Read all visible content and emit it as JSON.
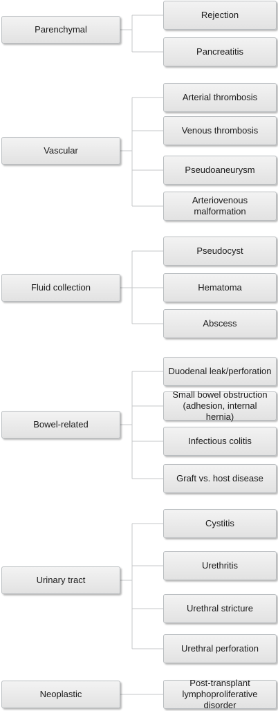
{
  "groups": [
    {
      "category": "Parenchymal",
      "items": [
        "Rejection",
        "Pancreatitis"
      ]
    },
    {
      "category": "Vascular",
      "items": [
        "Arterial thrombosis",
        "Venous thrombosis",
        "Pseudoaneurysm",
        "Arteriovenous malformation"
      ]
    },
    {
      "category": "Fluid collection",
      "items": [
        "Pseudocyst",
        "Hematoma",
        "Abscess"
      ]
    },
    {
      "category": "Bowel-related",
      "items": [
        "Duodenal leak/perforation",
        "Small bowel obstruction (adhesion, internal hernia)",
        "Infectious colitis",
        "Graft vs. host disease"
      ]
    },
    {
      "category": "Urinary tract",
      "items": [
        "Cystitis",
        "Urethritis",
        "Urethral stricture",
        "Urethral perforation"
      ]
    },
    {
      "category": "Neoplastic",
      "items": [
        "Post-transplant lymphoproliferative disorder"
      ]
    }
  ]
}
